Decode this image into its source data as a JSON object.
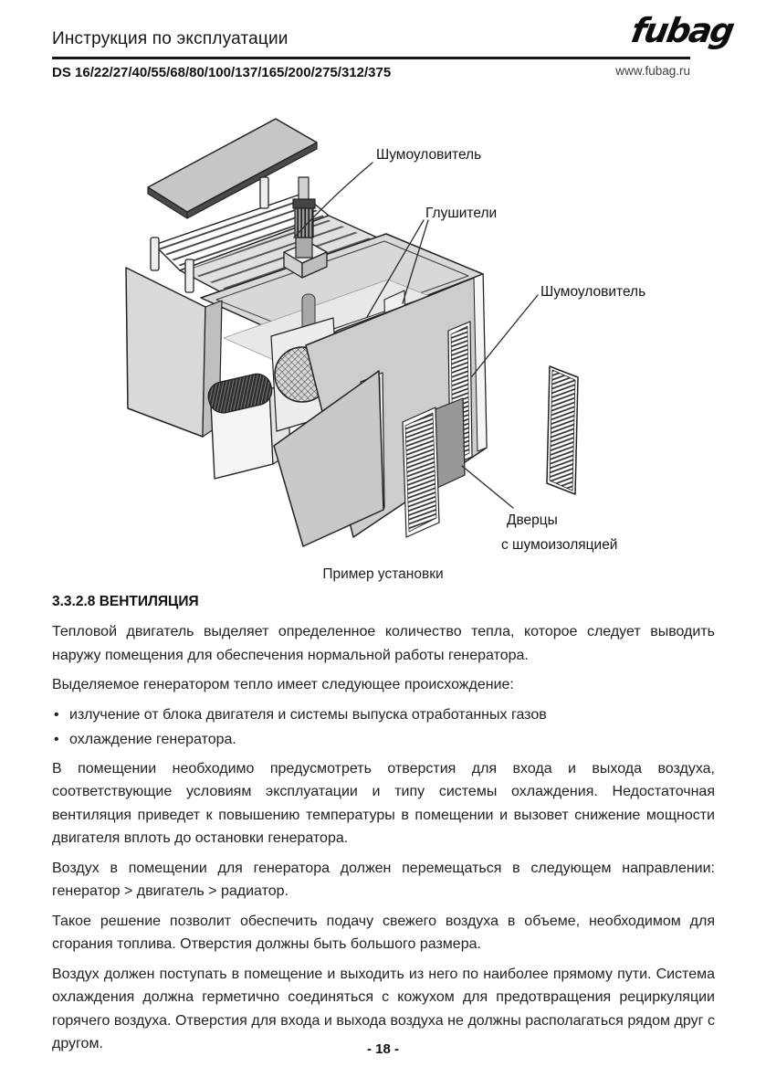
{
  "header": {
    "title": "Инструкция по эксплуатации",
    "models": "DS 16/22/27/40/55/68/80/100/137/165/200/275/312/375",
    "logo_text": "fubag",
    "website": "www.fubag.ru"
  },
  "figure": {
    "caption": "Пример установки",
    "labels": {
      "noise_trap_top": "Шумоуловитель",
      "silencers": "Глушители",
      "noise_trap_right": "Шумоуловитель",
      "doors_line1": "Дверцы",
      "doors_line2": "с шумоизоляцией"
    }
  },
  "content": {
    "heading": "3.3.2.8 ВЕНТИЛЯЦИЯ",
    "p1": "Тепловой двигатель выделяет определенное количество тепла, которое следует выводить наружу помещения для обеспечения нормальной работы генератора.",
    "p2": "Выделяемое генератором тепло имеет следующее происхождение:",
    "bullet": "•",
    "b1": "излучение от блока двигателя и системы выпуска отработанных газов",
    "b2": "охлаждение генератора.",
    "p3": "В помещении необходимо предусмотреть отверстия для входа и выхода воздуха, соответствующие условиям эксплуатации и типу системы охлаждения. Недостаточная вентиляция приведет к повышению температуры в помещении и вызовет снижение мощности двигателя вплоть до остановки генератора.",
    "p4": "Воздух в помещении для генератора должен перемещаться в следующем направлении: генератор > двигатель > радиатор.",
    "p5": "Такое решение позволит обеспечить подачу свежего воздуха в объеме, необходимом для сгорания топлива. Отверстия должны быть большого размера.",
    "p6": "Воздух должен поступать в помещение и выходить из него по наиболее прямому пути. Система охлаждения должна герметично соединяться с кожухом для предотвращения рециркуляции горячего воздуха. Отверстия для входа и выхода воздуха не должны располагаться рядом друг с другом."
  },
  "footer": {
    "page_number": "- 18 -"
  }
}
